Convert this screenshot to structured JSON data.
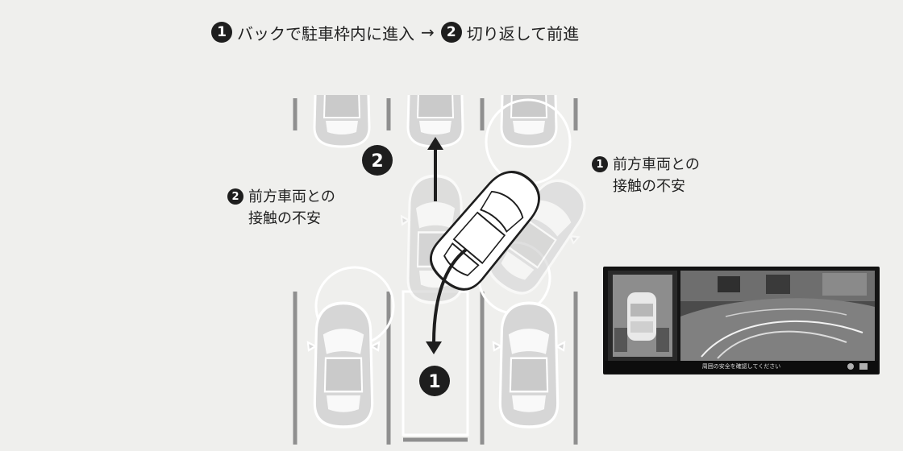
{
  "title": {
    "step1_num": "1",
    "step1_text": "バックで駐車枠内に進入",
    "arrow": "→",
    "step2_num": "2",
    "step2_text": "切り返して前進"
  },
  "callout_right": {
    "num": "1",
    "line1": "前方車両との",
    "line2": "接触の不安"
  },
  "callout_left": {
    "num": "2",
    "line1": "前方車両との",
    "line2": "接触の不安"
  },
  "diagram_markers": {
    "marker_1": "1",
    "marker_2": "2"
  },
  "camera_view": {
    "caption": "周囲の安全を確認してください"
  },
  "colors": {
    "background": "#efefed",
    "lines": "#8f8f8f",
    "car_fill": "#d6d6d6",
    "car_outline": "#ffffff",
    "highlight_car": "#ffffff",
    "arrow": "#1e1e1e"
  }
}
